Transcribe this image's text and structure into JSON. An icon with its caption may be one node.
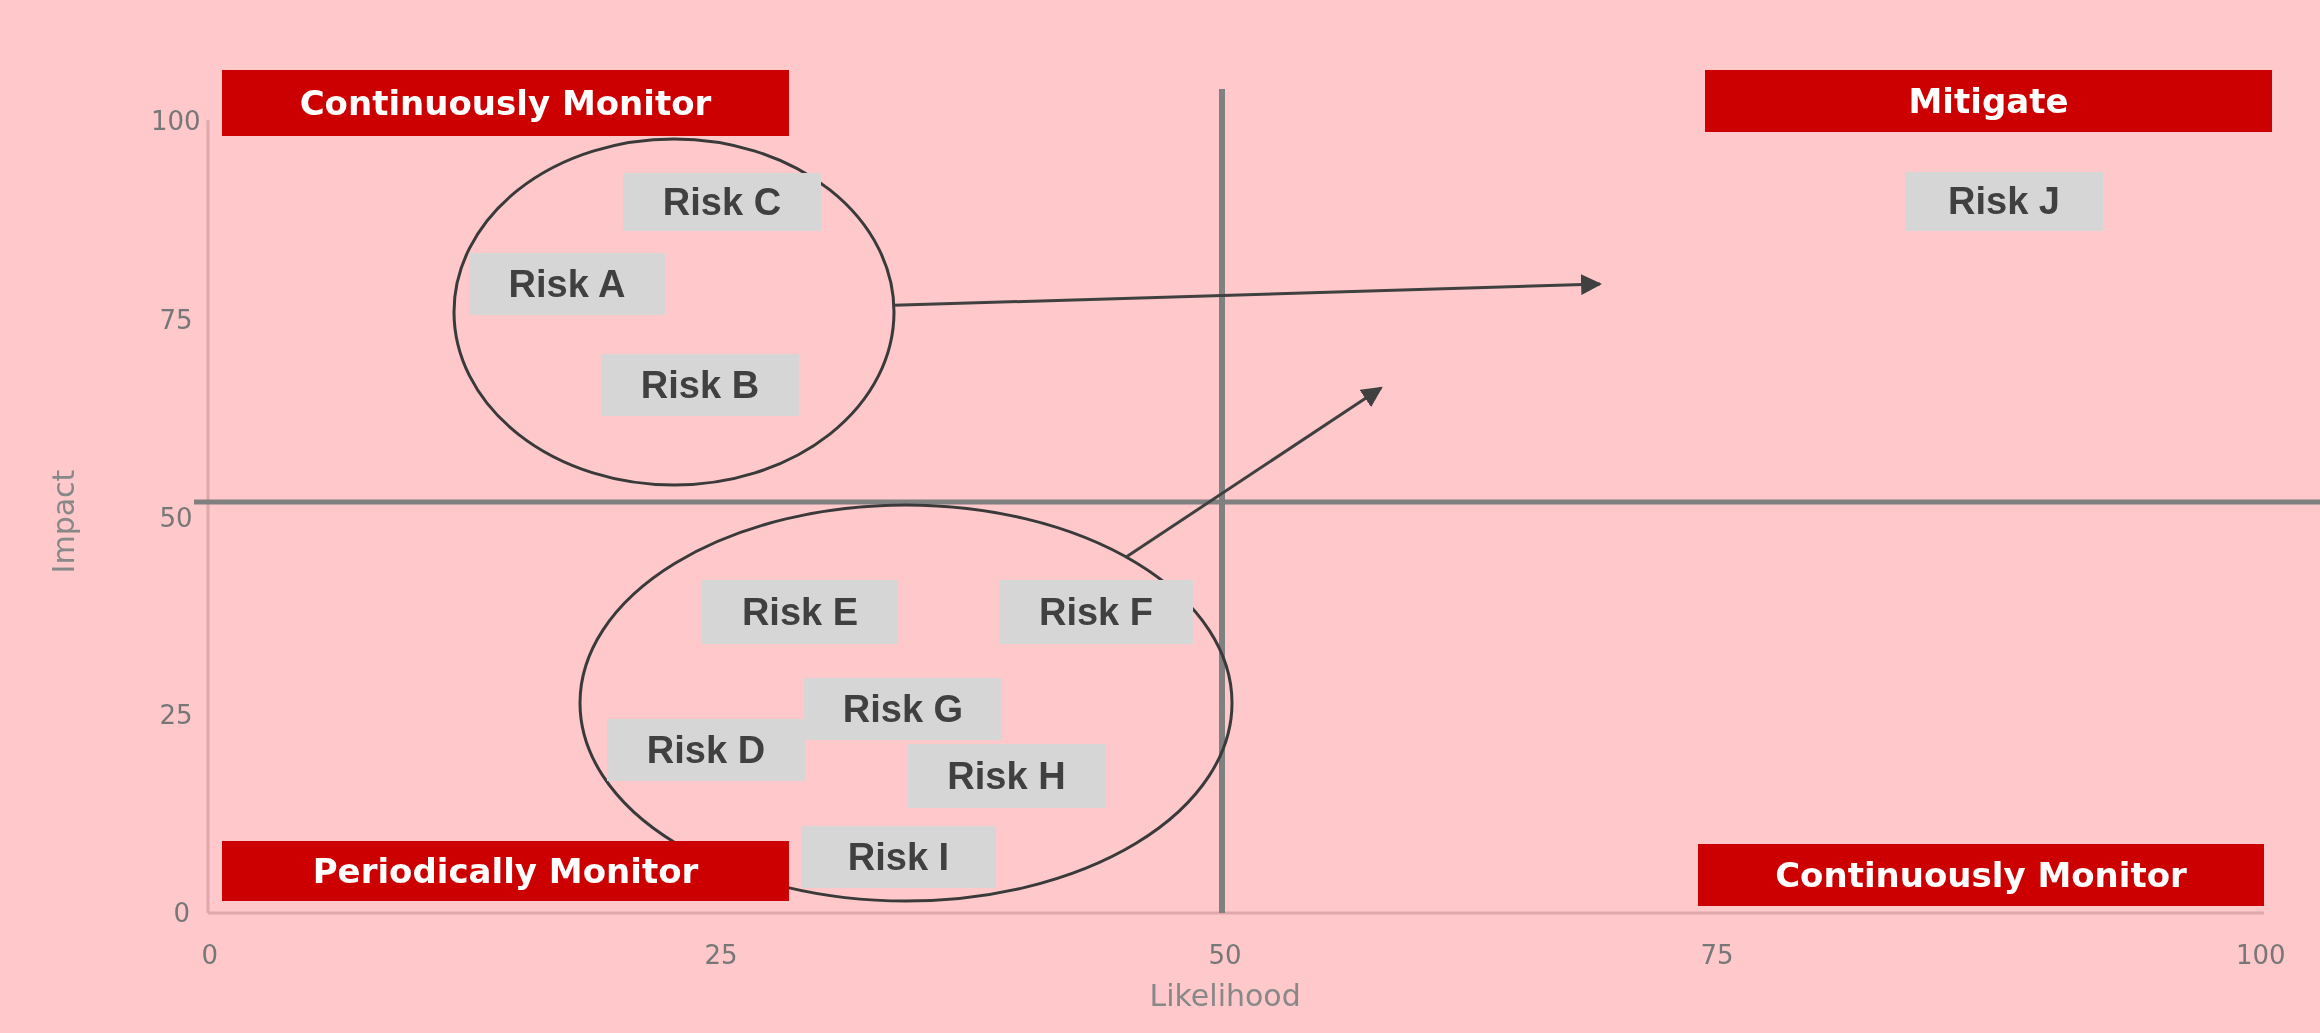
{
  "diagram": {
    "nodes": [
      {
        "text": [
          "Continuously Monitor"
        ]
      },
      {
        "text": [
          "Mitigate"
        ]
      },
      {
        "text": [],
        "shape": "circle"
      },
      {
        "text": [
          "Risk C"
        ],
        "in": 2
      },
      {
        "text": [
          "Risk A"
        ],
        "in": 2
      },
      {
        "text": [
          "Risk B"
        ],
        "in": 2
      },
      {
        "text": [
          "Risk J"
        ]
      },
      {
        "text": [],
        "shape": "circle"
      },
      {
        "text": [
          "Risk E"
        ],
        "in": 7
      },
      {
        "text": [
          "Risk F"
        ],
        "in": 7
      },
      {
        "text": [
          "Risk G"
        ],
        "in": 7
      },
      {
        "text": [
          "Risk D"
        ],
        "in": 7
      },
      {
        "text": [
          "Risk H"
        ],
        "in": 7
      },
      {
        "text": [
          "Risk I"
        ],
        "in": 7
      },
      {
        "text": [
          "Periodically Monitor"
        ]
      },
      {
        "text": [
          "Continuously Monitor"
        ]
      }
    ],
    "edges": [
      {
        "from": 2,
        "to": null,
        "arrow": "to"
      },
      {
        "from": 7,
        "to": null,
        "arrow": "to"
      }
    ],
    "labels": [
      "100",
      "75",
      "Impact",
      "50",
      "25",
      "0",
      "0",
      "25",
      "50",
      "75",
      "100",
      "Likelihood"
    ]
  }
}
